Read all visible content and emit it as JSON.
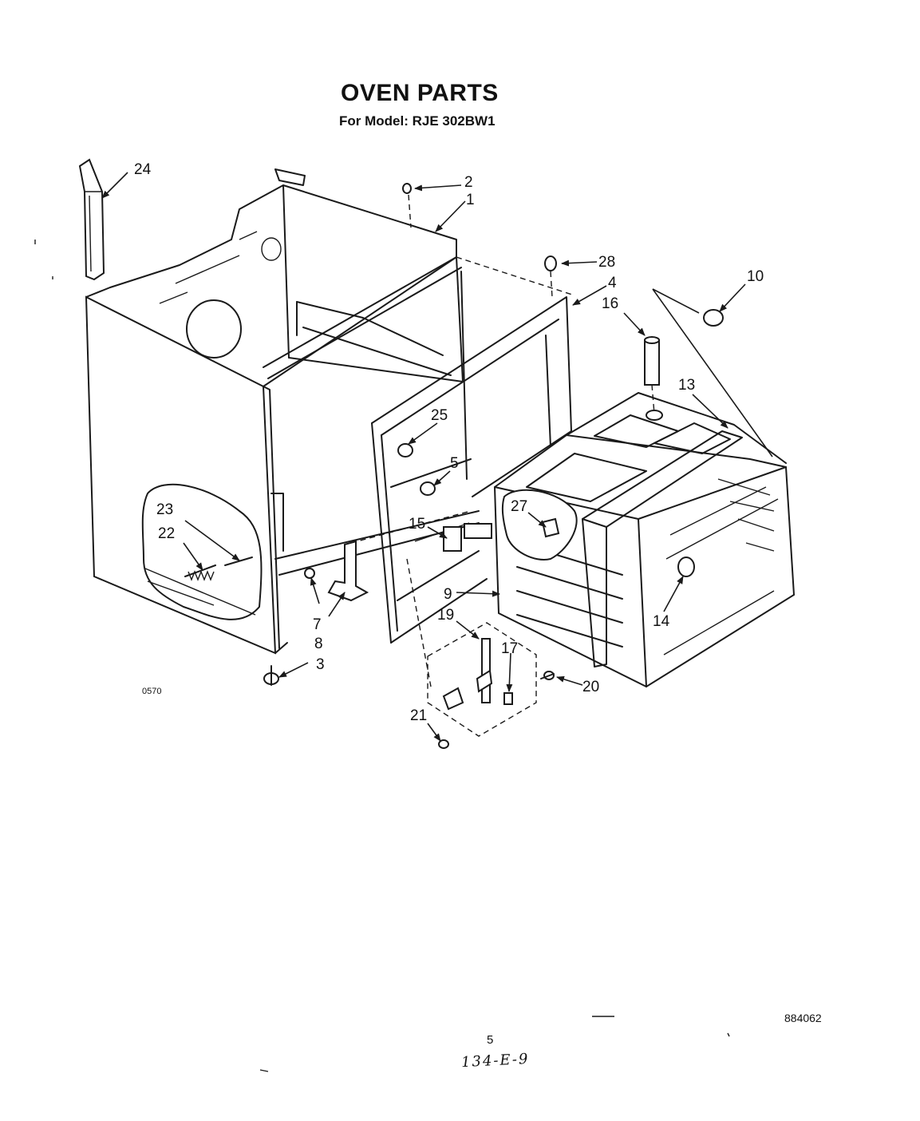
{
  "title": "OVEN PARTS",
  "subtitle": "For Model: RJE 302BW1",
  "code_left": "0570",
  "code_right": "884062",
  "page_number": "5",
  "handwritten_note": "134-E-9",
  "callouts": {
    "c1": "1",
    "c2": "2",
    "c3": "3",
    "c4": "4",
    "c5": "5",
    "c7": "7",
    "c8": "8",
    "c9": "9",
    "c10": "10",
    "c13": "13",
    "c14": "14",
    "c15": "15",
    "c16": "16",
    "c17": "17",
    "c19": "19",
    "c20": "20",
    "c21": "21",
    "c22": "22",
    "c23": "23",
    "c24": "24",
    "c25": "25",
    "c27": "27",
    "c28": "28"
  }
}
